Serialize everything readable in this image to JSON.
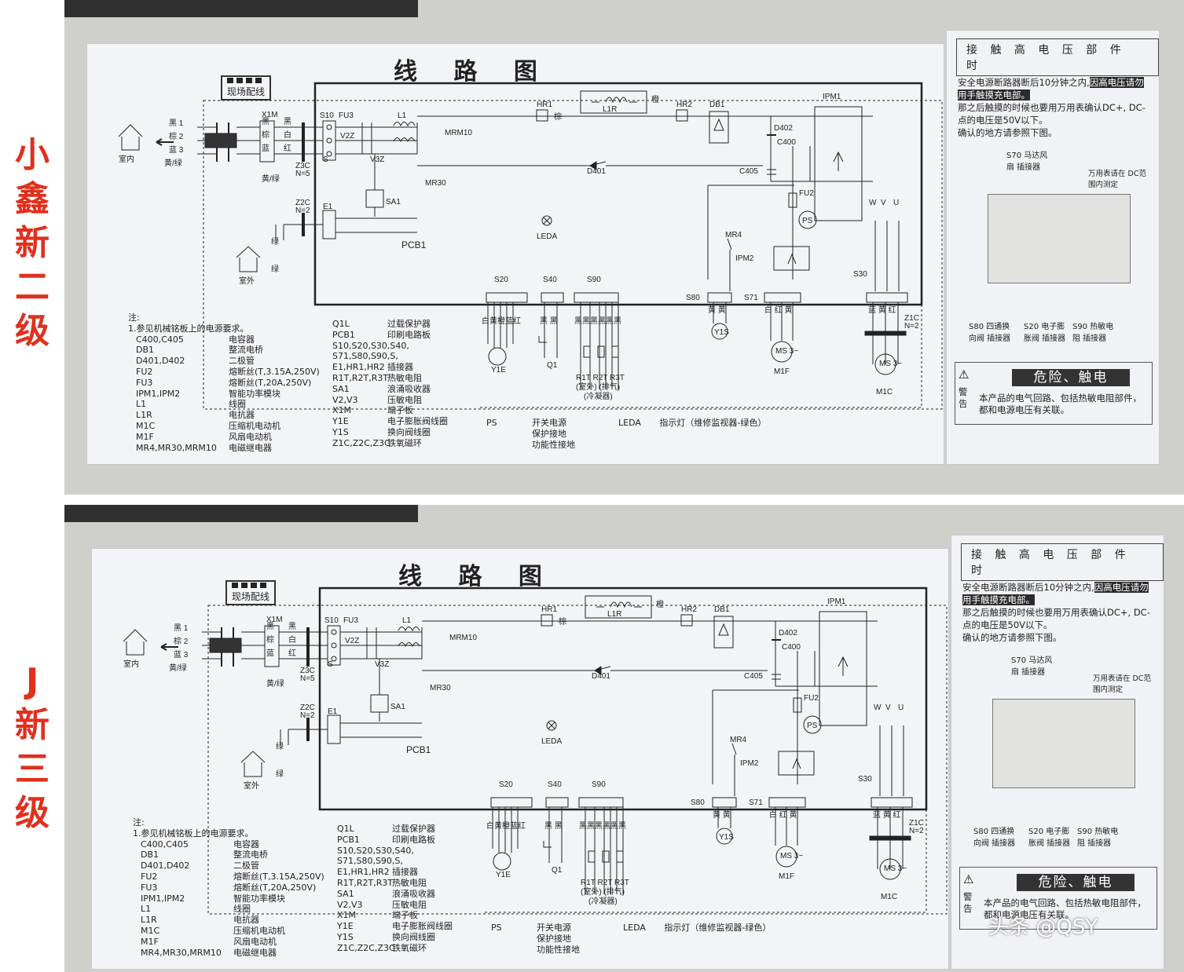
{
  "labels": {
    "top": [
      "小",
      "鑫",
      "新",
      "二",
      "级"
    ],
    "bottom": [
      "J",
      "新",
      "三",
      "级"
    ]
  },
  "colors": {
    "label_red": "#e0301e",
    "panel_bg": "#cfd0cc",
    "sheet": "#f3f4f7"
  },
  "diagram": {
    "title": "线 路 图",
    "badge": "现场配线",
    "indoor": "室内",
    "outdoor": "室外",
    "pcb": "PCB1",
    "leda": "LEDA",
    "wires_left": [
      "黑 1",
      "棕 2",
      "蓝 3"
    ],
    "wires_x1m": [
      "黑",
      "棕",
      "蓝"
    ],
    "wires_x1m_right": [
      "黑",
      "白",
      "红"
    ],
    "yellow_green": "黄/绿",
    "green": "绿",
    "components": {
      "x1m": "X1M",
      "z3c": "Z3C",
      "z3c_n": "N=5",
      "z2c": "Z2C",
      "z2c_n": "N=2",
      "e1": "E1",
      "s10": "S10",
      "fu3": "FU3",
      "l1": "L1",
      "v2z": "V2Z",
      "v3z": "V3Z",
      "sa1": "SA1",
      "hr1": "HR1",
      "brown": "棕",
      "l1r": "L1R",
      "orange": "橙",
      "hr2": "HR2",
      "db1": "DB1",
      "ipm1": "IPM1",
      "mrm10": "MRM10",
      "mr30": "MR30",
      "d401": "D401",
      "d402": "D402",
      "c400": "C400",
      "c405": "C405",
      "fu2": "FU2",
      "ps": "PS",
      "mr4": "MR4",
      "ipm2": "IPM2",
      "s": "S",
      "uvw": [
        "W",
        "V",
        "U"
      ]
    },
    "connectors": {
      "s20": "S20",
      "s20_colors": "白黄橙蓝红",
      "y1e": "Y1E",
      "s40": "S40",
      "s40_colors": "黑 黑",
      "q1": "Q1",
      "s90": "S90",
      "s90_colors": "黑黑黑黑黑黑",
      "rt": "R1T R2T R3T",
      "rt_sub": "(室外)   (排气)",
      "rt_sub2": "(冷凝器)",
      "s80": "S80",
      "s80_colors": "黄 黄",
      "y1s": "Y1S",
      "s71": "S71",
      "s71_colors": "白 红 黄",
      "m1f": "M1F",
      "ms": "MS 3~",
      "s30": "S30",
      "s30_colors": "蓝 黄 红",
      "z1c": "Z1C",
      "z1c_n": "N=2",
      "m1c": "M1C"
    },
    "legend_head": [
      "注:",
      "1.参见机械铭板上的电源要求。"
    ],
    "legend1": [
      [
        "C400,C405",
        "电容器"
      ],
      [
        "DB1",
        "整流电桥"
      ],
      [
        "D401,D402",
        "二极管"
      ],
      [
        "FU2",
        "熔断丝(T,3.15A,250V)"
      ],
      [
        "FU3",
        "熔断丝(T,20A,250V)"
      ],
      [
        "IPM1,IPM2",
        "智能功率模块"
      ],
      [
        "L1",
        "线圈"
      ],
      [
        "L1R",
        "电抗器"
      ],
      [
        "M1C",
        "压缩机电动机"
      ],
      [
        "M1F",
        "风扇电动机"
      ],
      [
        "MR4,MR30,MRM10",
        "电磁继电器"
      ]
    ],
    "legend2": [
      [
        "Q1L",
        "过载保护器"
      ],
      [
        "PCB1",
        "印刷电路板"
      ],
      [
        "S10,S20,S30,S40,",
        ""
      ],
      [
        "S71,S80,S90,S,",
        ""
      ],
      [
        "E1,HR1,HR2",
        "插接器"
      ],
      [
        "R1T,R2T,R3T",
        "热敏电阻"
      ],
      [
        "SA1",
        "浪涌吸收器"
      ],
      [
        "V2,V3",
        "压敏电阻"
      ],
      [
        "X1M",
        "端子板"
      ],
      [
        "Y1E",
        "电子膨胀阀线圈"
      ],
      [
        "Y1S",
        "换向阀线圈"
      ],
      [
        "Z1C,Z2C,Z3C",
        "铁氧磁环"
      ]
    ],
    "legend3": [
      [
        "PS",
        "开关电源"
      ],
      [
        "",
        "保护接地"
      ],
      [
        "",
        "功能性接地"
      ]
    ],
    "legend4": [
      "LEDA",
      "指示灯（维修监视器-绿色）"
    ]
  },
  "side_panel": {
    "title": "接 触 高 电 压 部 件 时",
    "para_1": "安全电源断路器断后10分钟之内,",
    "para_1_hl": "因高电压请勿用手触摸充电部。",
    "para_2": "那之后触摸的时候也要用万用表确认DC+, DC-点的电压是50V以下。",
    "para_3": "确认的地方请参照下图。",
    "s70": "S70 马达风扇 插接器",
    "meter": "万用表请在 DC范围内测定",
    "s80": "S80 四通换向阀 插接器",
    "s20": "S20 电子膨胀阀 插接器",
    "s90": "S90 热敏电阻 插接器",
    "warn_label": "警告",
    "warn_title": "危险、触电",
    "warn_text": "本产品的电气回路、包括热敏电阻部件，都和电源电压有关联。"
  },
  "watermark": "头条 @QSY"
}
